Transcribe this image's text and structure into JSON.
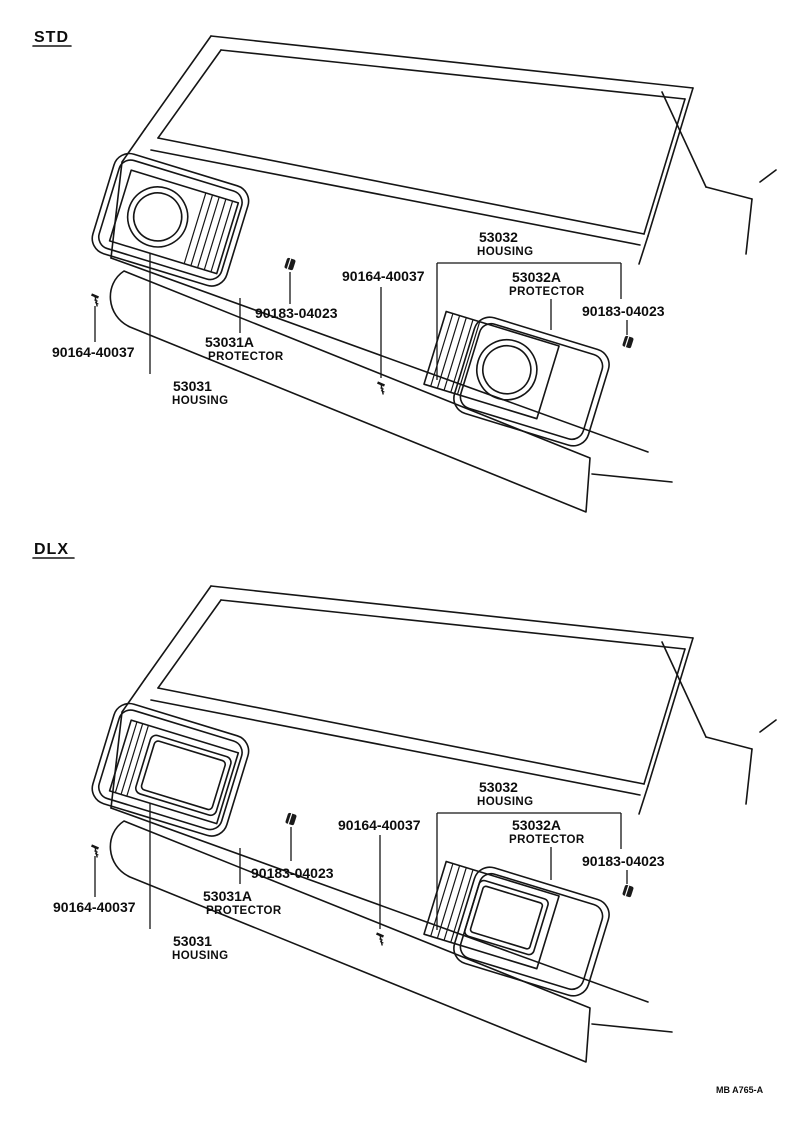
{
  "std": {
    "title": "STD",
    "labels": {
      "housing_right_num": "53032",
      "housing_right_word": "HOUSING",
      "protector_right_num": "53032A",
      "protector_right_word": "PROTECTOR",
      "screw_mid": "90164-40037",
      "clip_right": "90183-04023",
      "clip_left": "90183-04023",
      "protector_left_num": "53031A",
      "protector_left_word": "PROTECTOR",
      "screw_left": "90164-40037",
      "housing_left_num": "53031",
      "housing_left_word": "HOUSING"
    }
  },
  "dlx": {
    "title": "DLX",
    "labels": {
      "housing_right_num": "53032",
      "housing_right_word": "HOUSING",
      "protector_right_num": "53032A",
      "protector_right_word": "PROTECTOR",
      "screw_mid": "90164-40037",
      "clip_right": "90183-04023",
      "clip_left": "90183-04023",
      "protector_left_num": "53031A",
      "protector_left_word": "PROTECTOR",
      "screw_left": "90164-40037",
      "housing_left_num": "53031",
      "housing_left_word": "HOUSING"
    }
  },
  "footer": {
    "code": "MB  A765-A"
  }
}
